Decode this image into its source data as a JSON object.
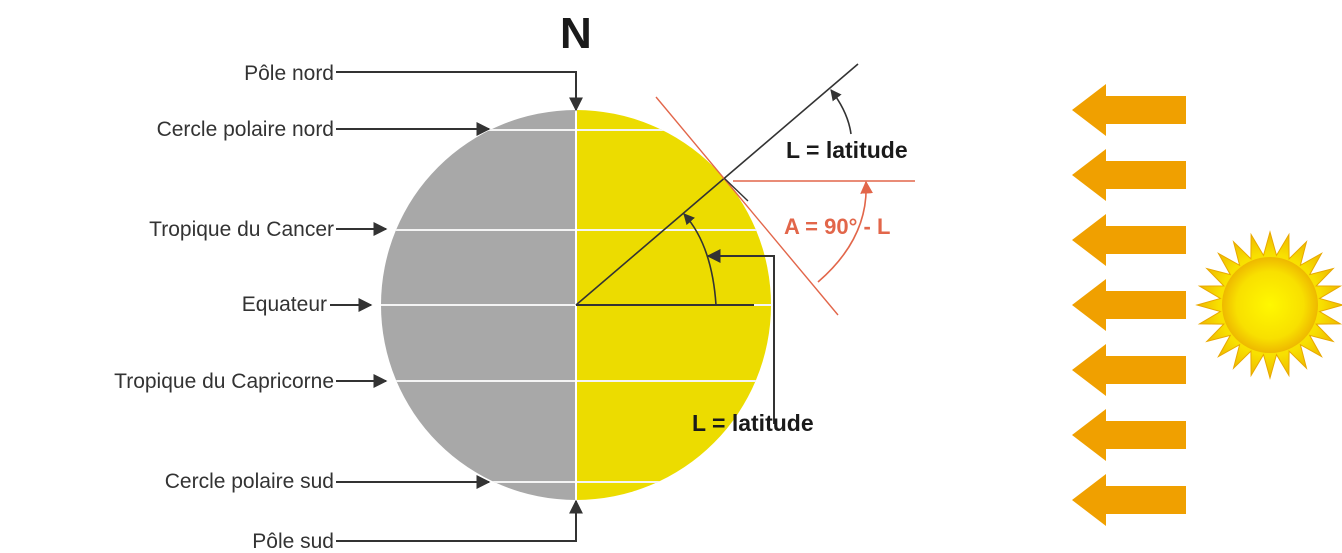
{
  "north_label": "N",
  "labels": {
    "pole_nord": "Pôle nord",
    "cercle_polaire_nord": "Cercle polaire nord",
    "tropique_cancer": "Tropique du Cancer",
    "equateur": "Equateur",
    "tropique_capricorne": "Tropique du Capricorne",
    "cercle_polaire_sud": "Cercle polaire sud",
    "pole_sud": "Pôle sud"
  },
  "latitude_label_top": "L = latitude",
  "latitude_label_bottom": "L = latitude",
  "zenith_formula": "A = 90° - L",
  "colors": {
    "night_side": "#a8a8a8",
    "day_side": "#ecdc00",
    "sun_rays": "#f0a000",
    "annotation_red": "#e2664a"
  },
  "icons": [
    "sun-icon",
    "sun-ray-arrow-icon"
  ]
}
